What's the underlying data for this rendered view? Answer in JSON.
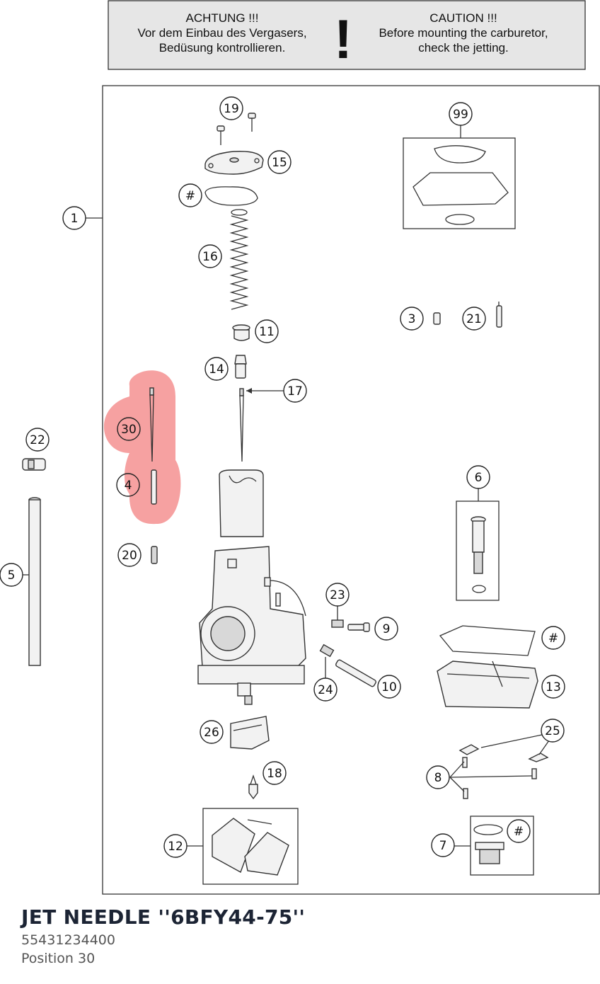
{
  "warning": {
    "de_lines": [
      "ACHTUNG !!!",
      "Vor dem Einbau des Vergasers,",
      "Bedüsung kontrollieren."
    ],
    "mark": "!",
    "en_lines": [
      "CAUTION !!!",
      "Before mounting the carburetor,",
      "check the jetting."
    ]
  },
  "callouts": [
    "19",
    "99",
    "15",
    "#",
    "1",
    "16",
    "11",
    "3",
    "21",
    "14",
    "17",
    "22",
    "30",
    "4",
    "6",
    "20",
    "5",
    "23",
    "9",
    "#",
    "13",
    "24",
    "10",
    "26",
    "25",
    "18",
    "8",
    "12",
    "7",
    "#"
  ],
  "highlight": {
    "position": "30",
    "color": "#f48a8a"
  },
  "part": {
    "name": "JET NEEDLE ''6BFY44-75''",
    "number": "55431234400",
    "position_label": "Position 30"
  }
}
